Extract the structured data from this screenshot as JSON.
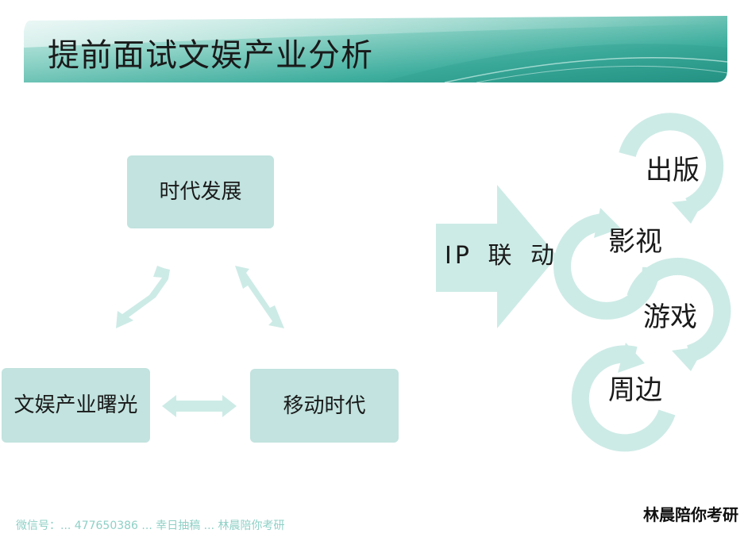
{
  "title": "提前面试文娱产业分析",
  "diagram": {
    "nodes": {
      "era_development": "时代发展",
      "industry_dawn": "文娱产业曙光",
      "mobile_era": "移动时代"
    },
    "ip_linkage": "IP 联 动",
    "cycle": [
      "出版",
      "影视",
      "游戏",
      "周边"
    ]
  },
  "footer": {
    "contact": "微信号：... 477650386 ... 幸日抽稿 ... 林晨陪你考研",
    "watermark": "林晨陪你考研"
  },
  "colors": {
    "accent": "#c2e3df",
    "banner": "#3fae9e",
    "arrow": "#cdebe6"
  }
}
